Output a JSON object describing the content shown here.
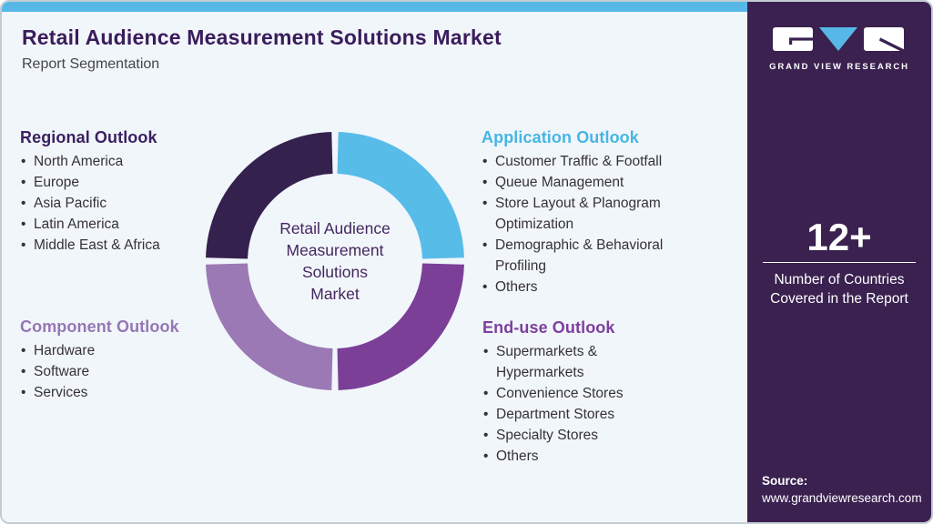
{
  "header": {
    "title": "Retail Audience Measurement Solutions Market",
    "subtitle": "Report Segmentation"
  },
  "sections": [
    {
      "heading": "Regional Outlook",
      "heading_color": "#3c2161",
      "items": [
        "North America",
        "Europe",
        "Asia Pacific",
        "Latin America",
        "Middle East & Africa"
      ]
    },
    {
      "heading": "Application Outlook",
      "heading_color": "#47b5e6",
      "items": [
        "Customer Traffic & Footfall",
        "Queue Management",
        "Store Layout & Planogram Optimization",
        "Demographic & Behavioral Profiling",
        "Others"
      ]
    },
    {
      "heading": "Component Outlook",
      "heading_color": "#9577b4",
      "items": [
        "Hardware",
        "Software",
        "Services"
      ]
    },
    {
      "heading": "End-use Outlook",
      "heading_color": "#7e3f9d",
      "items": [
        "Supermarkets & Hypermarkets",
        "Convenience Stores",
        "Department Stores",
        "Specialty Stores",
        "Others"
      ]
    }
  ],
  "chart_data": {
    "type": "pie",
    "variant": "donut",
    "title": "Report Segmentation",
    "center_label": "Retail Audience\nMeasurement\nSolutions\nMarket",
    "center_label_color": "#44265e",
    "segments": [
      {
        "label": "Application Outlook",
        "value": 25,
        "color": "#58bce9"
      },
      {
        "label": "End-use Outlook",
        "value": 25,
        "color": "#7c3f97"
      },
      {
        "label": "Component Outlook",
        "value": 25,
        "color": "#9b79b4"
      },
      {
        "label": "Regional Outlook",
        "value": 25,
        "color": "#35214d"
      }
    ]
  },
  "sidebar": {
    "brand_name": "GRAND VIEW RESEARCH",
    "stat_value": "12+",
    "stat_caption": "Number of Countries\nCovered in the Report",
    "source_label": "Source:",
    "source_url": "www.grandviewresearch.com",
    "bg_color": "#3a2150",
    "accent_color": "#57b8e8"
  }
}
